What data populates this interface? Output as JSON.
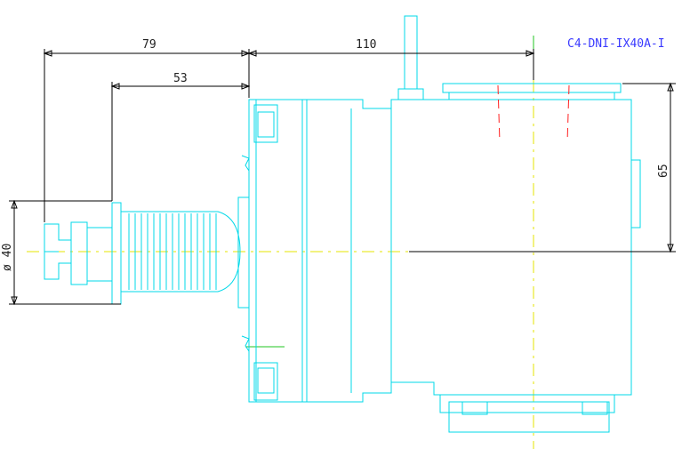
{
  "drawing": {
    "part_number": "C4-DNI-IX40A-I",
    "dimensions": {
      "overall_length_short": "79",
      "shank_length": "53",
      "body_to_center": "110",
      "center_height": "65",
      "diameter": "ø 40"
    },
    "colors": {
      "outline": "#00d8e8",
      "dimension": "#000000",
      "centerline": "#e6e600",
      "hidden": "#ff2020",
      "title_text": "#3a3aff"
    }
  }
}
